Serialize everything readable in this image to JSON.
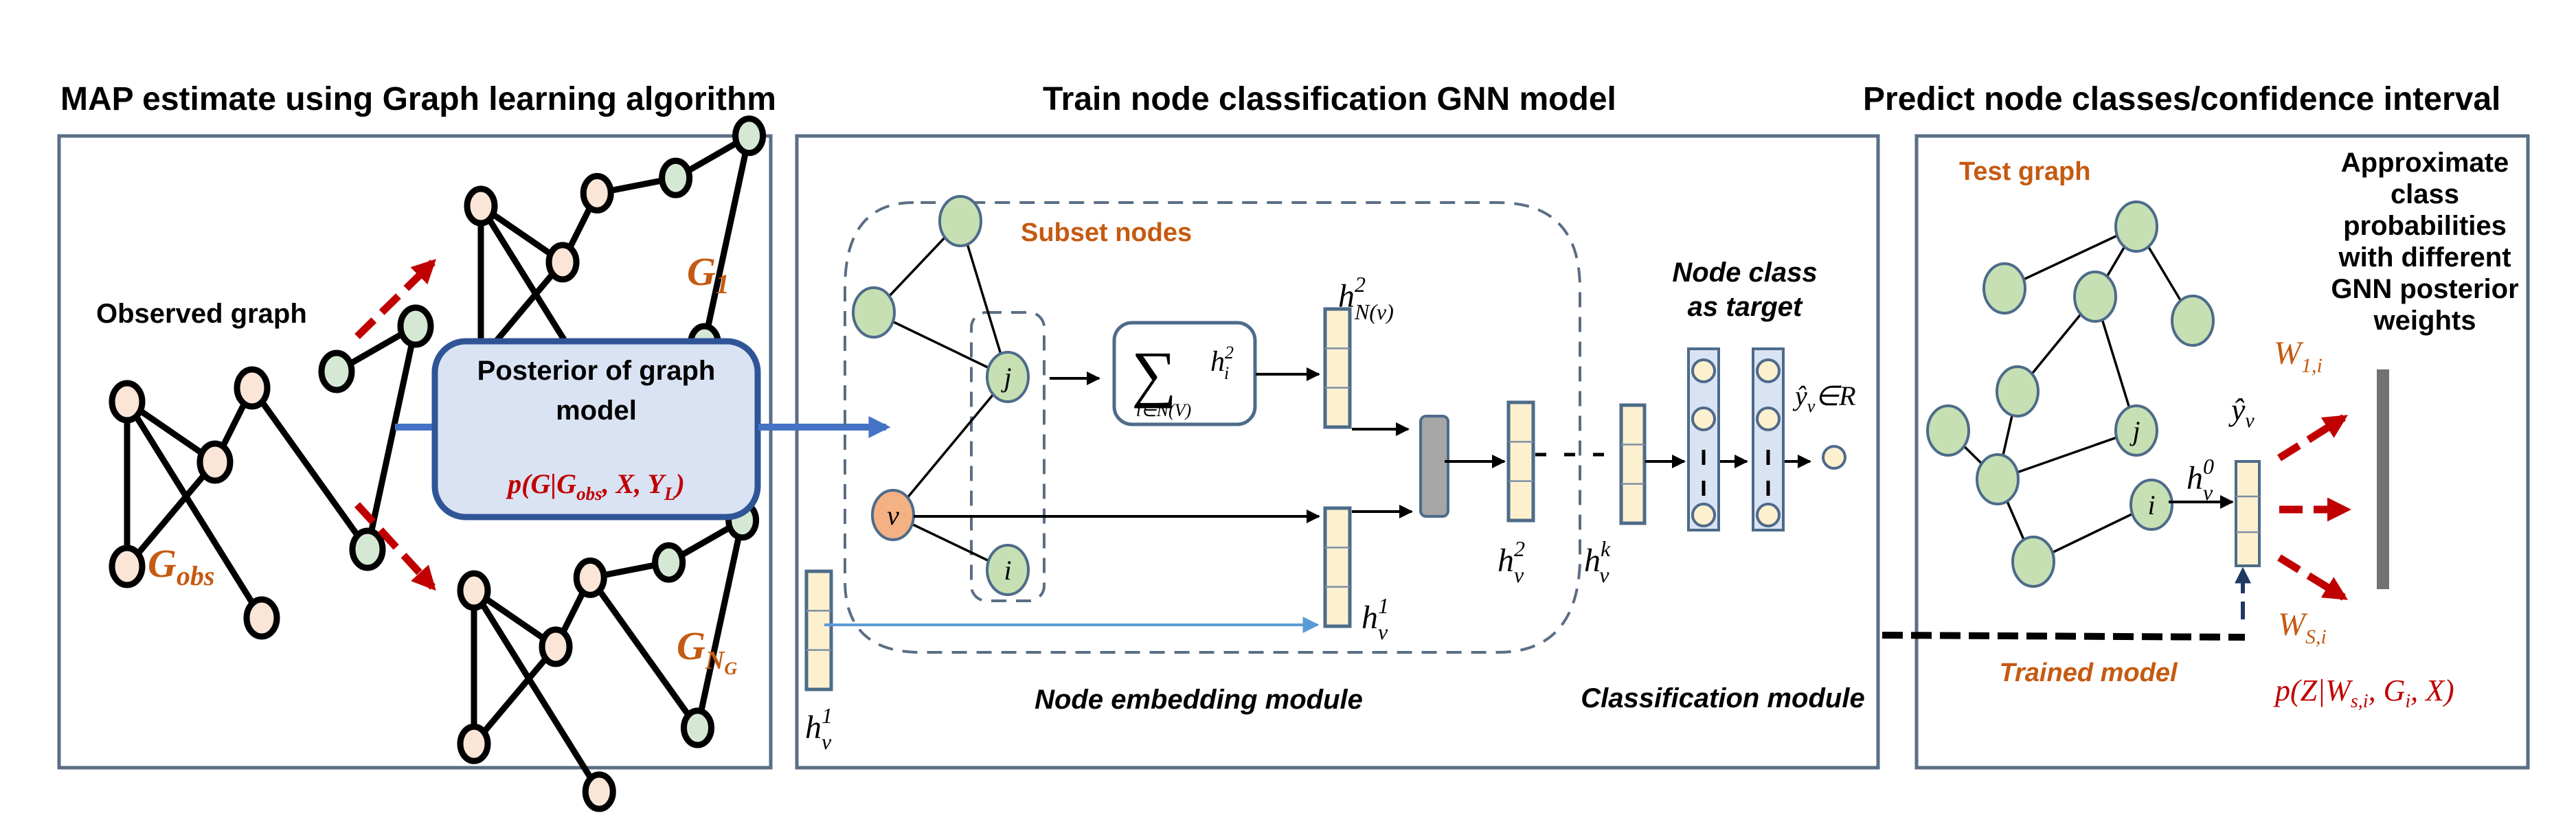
{
  "colors": {
    "node_peach": "#fbe5d6",
    "node_green": "#d5e8d4",
    "node_green_soft": "#c6e0b4",
    "node_orange": "#f4b183",
    "vector_fill": "#fdf0cf",
    "orange_text": "#c55a11",
    "red": "#c00000",
    "blue": "#4472c4",
    "panel_border": "#5a6e84",
    "posterior_box_fill": "#dae3f3",
    "posterior_box_border": "#2f5597",
    "class_layer_fill": "#dae3f3",
    "gray_bar": "#767171"
  },
  "titles": {
    "left": "MAP estimate using Graph learning algorithm",
    "middle": "Train node classification GNN model",
    "right": "Predict node classes/confidence interval"
  },
  "left_panel": {
    "observed_graph_label": "Observed graph",
    "g_obs_label": "G",
    "g_obs_sub": "obs",
    "g1_label": "G",
    "g1_sub": "1",
    "gng_label": "G",
    "gng_sub": "N",
    "gng_subsub": "G",
    "posterior_box": {
      "line1": "Posterior of graph",
      "line2": "model",
      "formula_p": "p(G|G",
      "formula_sub": "obs",
      "formula_rest": ", X, Y",
      "formula_sub2": "L",
      "formula_close": ")"
    }
  },
  "middle_panel": {
    "subset_nodes_label": "Subset nodes",
    "node_j": "j",
    "node_v": "v",
    "node_i": "i",
    "sum_symbol": "∑",
    "sum_term": "h",
    "sum_term_sup": "2",
    "sum_term_sub": "i",
    "sum_range": "i∈N(V)",
    "h_neigh": {
      "base": "h",
      "sup": "2",
      "sub": "N(v)"
    },
    "h_v1_inner": {
      "base": "h",
      "sup": "1",
      "sub": "v"
    },
    "h_v2": {
      "base": "h",
      "sup": "2",
      "sub": "v"
    },
    "h_vk": {
      "base": "h",
      "sup": "k",
      "sub": "v"
    },
    "h_v1_input": {
      "base": "h",
      "sup": "1",
      "sub": "v"
    },
    "node_class_line1": "Node class",
    "node_class_line2": "as target",
    "output_label": "ŷ",
    "output_sub": "v",
    "output_rest": "∈R",
    "node_embedding_module": "Node embedding module",
    "classification_module": "Classification module"
  },
  "right_panel": {
    "test_graph_label": "Test graph",
    "node_j": "j",
    "node_i": "i",
    "h_v0": {
      "base": "h",
      "sup": "0",
      "sub": "v"
    },
    "y_hat": "ŷ",
    "y_hat_sub": "v",
    "approx_text": [
      "Approximate",
      "class",
      "probabilities",
      "with different",
      "GNN posterior",
      "weights"
    ],
    "w1": {
      "base": "W",
      "sub": "1,i"
    },
    "ws": {
      "base": "W",
      "sub": "S,i"
    },
    "trained_model_label": "Trained model",
    "formula": {
      "p": "p(Z|W",
      "sub1": "s,i",
      "mid": ", G",
      "sub2": "i",
      "end": ", X)"
    }
  }
}
